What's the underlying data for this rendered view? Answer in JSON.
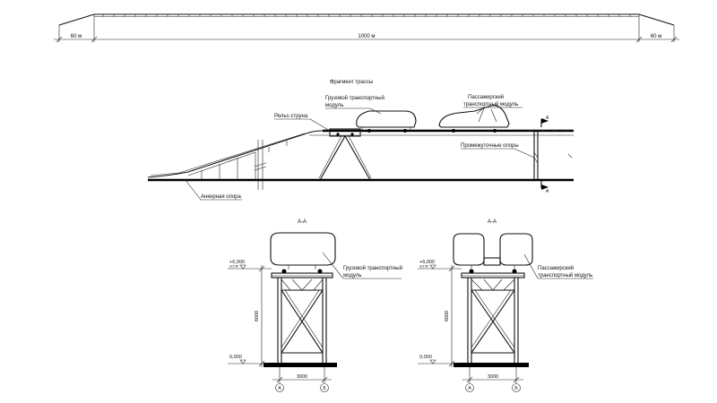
{
  "top_span": {
    "left_end": "60 м",
    "center": "1000 м",
    "right_end": "60 м"
  },
  "elevation": {
    "title": "Фрагмент трассы",
    "cargo_module": [
      "Грузовой транспортный",
      "модуль"
    ],
    "passenger_module": [
      "Пассажирский",
      "транспортный модуль"
    ],
    "rail": "Рельс-струна",
    "intermediate_support": "Промежуточные опоры",
    "anchor_support": "Анкерная опора",
    "section_mark": "А"
  },
  "section_left": {
    "title": "А-А",
    "level_top": "+6,000",
    "level_top_note": "У.Г.Р.",
    "level_bottom": "0,000",
    "height_dim": "6000",
    "width_dim": "3000",
    "axis_a": "А",
    "axis_b": "Б",
    "label": [
      "Грузовой транспортный",
      "модуль"
    ]
  },
  "section_right": {
    "title": "А-А",
    "level_top": "+6,000",
    "level_top_note": "У.Г.Р.",
    "level_bottom": "0,000",
    "height_dim": "6000",
    "width_dim": "3000",
    "axis_a": "А",
    "axis_b": "Б",
    "label": [
      "Пассажирский",
      "транспортный модуль"
    ]
  }
}
